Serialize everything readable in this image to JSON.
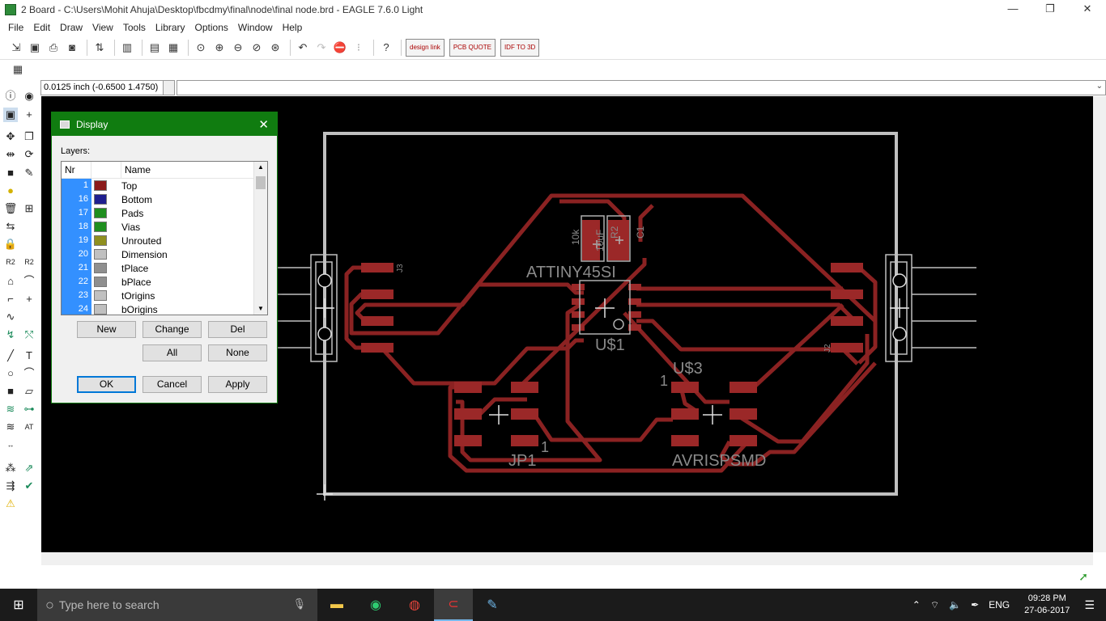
{
  "window": {
    "title": "2 Board - C:\\Users\\Mohit Ahuja\\Desktop\\fbcdmy\\final\\node\\final node.brd - EAGLE 7.6.0 Light",
    "minimize": "—",
    "restore": "❐",
    "close": "✕"
  },
  "menu": [
    "File",
    "Edit",
    "Draw",
    "View",
    "Tools",
    "Library",
    "Options",
    "Window",
    "Help"
  ],
  "toolbar": {
    "design_link": "design link",
    "pcb_quote": "PCB QUOTE",
    "idf_to_3d": "IDF TO 3D"
  },
  "coordinates": {
    "readout": "0.0125 inch (-0.6500 1.4750)"
  },
  "board": {
    "labels": {
      "attiny": "ATTINY45SI",
      "u1": "U$1",
      "u3": "U$3",
      "jp1": "JP1",
      "avrisp": "AVRISPSMD",
      "pin1_a": "1",
      "pin1_b": "1",
      "j3": "J3",
      "j2": "J2",
      "r10k": "10k",
      "c10uf": "10uF",
      "r2": "R2",
      "c1": "C1"
    },
    "colors": {
      "trace": "#8b2222",
      "pad": "#9b2828",
      "dimension": "#c0c0c0",
      "background": "#000000"
    }
  },
  "display_dialog": {
    "title": "Display",
    "layers_label": "Layers:",
    "col_nr": "Nr",
    "col_name": "Name",
    "layers": [
      {
        "nr": "1",
        "name": "Top",
        "color": "#8b1a1a"
      },
      {
        "nr": "16",
        "name": "Bottom",
        "color": "#1f1f8f"
      },
      {
        "nr": "17",
        "name": "Pads",
        "color": "#1f8f1f"
      },
      {
        "nr": "18",
        "name": "Vias",
        "color": "#1f8f1f"
      },
      {
        "nr": "19",
        "name": "Unrouted",
        "color": "#8f8f1f"
      },
      {
        "nr": "20",
        "name": "Dimension",
        "color": "#c0c0c0"
      },
      {
        "nr": "21",
        "name": "tPlace",
        "color": "#8f8f8f"
      },
      {
        "nr": "22",
        "name": "bPlace",
        "color": "#8f8f8f"
      },
      {
        "nr": "23",
        "name": "tOrigins",
        "color": "#c0c0c0"
      },
      {
        "nr": "24",
        "name": "bOrigins",
        "color": "#c0c0c0"
      }
    ],
    "buttons": {
      "new": "New",
      "change": "Change",
      "del": "Del",
      "all": "All",
      "none": "None",
      "ok": "OK",
      "cancel": "Cancel",
      "apply": "Apply"
    }
  },
  "taskbar": {
    "search_placeholder": "Type here to search",
    "language": "ENG",
    "time": "09:28 PM",
    "date": "27-06-2017"
  }
}
